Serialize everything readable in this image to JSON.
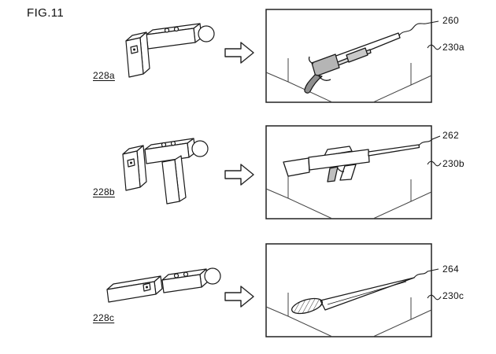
{
  "figure_title": "FIG.11",
  "colors": {
    "ink": "#1a1a1a",
    "background": "#ffffff"
  },
  "rows": [
    {
      "controller_label": "228a",
      "depicts_controller": "two motion controllers joined in an L-shape",
      "depicts_weapon": "shotgun on virtual screen",
      "weapon_ref": "260",
      "screen_ref": "230a"
    },
    {
      "controller_label": "228b",
      "depicts_controller": "motion controllers with vertical grip hanging below",
      "depicts_weapon": "assault rifle on virtual screen",
      "weapon_ref": "262",
      "screen_ref": "230b"
    },
    {
      "controller_label": "228c",
      "depicts_controller": "two motion controllers joined end-to-end",
      "depicts_weapon": "sword on virtual screen",
      "weapon_ref": "264",
      "screen_ref": "230c"
    }
  ]
}
